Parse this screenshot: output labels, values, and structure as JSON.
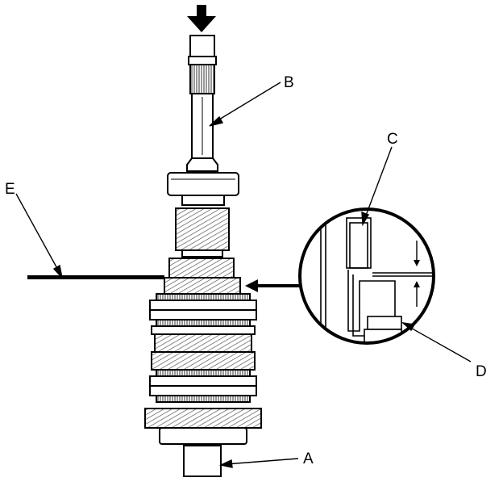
{
  "labels": {
    "a": "A",
    "b": "B",
    "c": "C",
    "d": "D",
    "e": "E"
  },
  "colors": {
    "ink": "#000000",
    "paper": "#ffffff",
    "hatch": "#555555"
  }
}
